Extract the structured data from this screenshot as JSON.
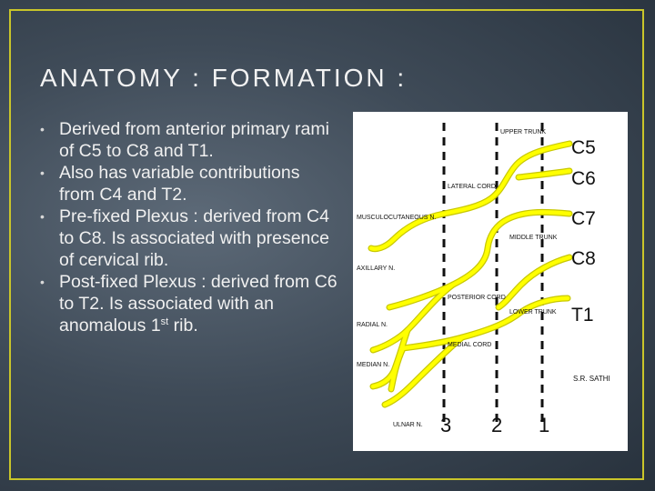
{
  "slide": {
    "title": "ANATOMY : FORMATION :",
    "bullets": [
      {
        "text": "Derived from anterior primary rami of C5 to C8 and T1."
      },
      {
        "text": "Also has variable contributions from C4 and T2."
      },
      {
        "text": "Pre-fixed Plexus : derived from C4 to C8. Is associated with presence of cervical rib."
      },
      {
        "text_before": "Post-fixed Plexus : derived from C6 to T2. Is associated with an anomalous 1",
        "superscript": "st",
        "text_after": " rib."
      }
    ]
  },
  "figure": {
    "roots": [
      "C5",
      "C6",
      "C7",
      "C8",
      "T1"
    ],
    "trunk_labels": [
      "UPPER TRUNK",
      "MIDDLE TRUNK",
      "LOWER TRUNK"
    ],
    "cord_labels": [
      "LATERAL CORD",
      "POSTERIOR CORD",
      "MEDIAL CORD"
    ],
    "nerve_labels": [
      "MUSCULOCUTANEOUS N.",
      "AXILLARY N.",
      "RADIAL N.",
      "MEDIAN N.",
      "ULNAR N."
    ],
    "zone_numbers": [
      "3",
      "2",
      "1"
    ],
    "signature": "S.R. SATHI",
    "colors": {
      "nerve": "#ffff00",
      "nerve_outline": "#c8c800"
    }
  }
}
